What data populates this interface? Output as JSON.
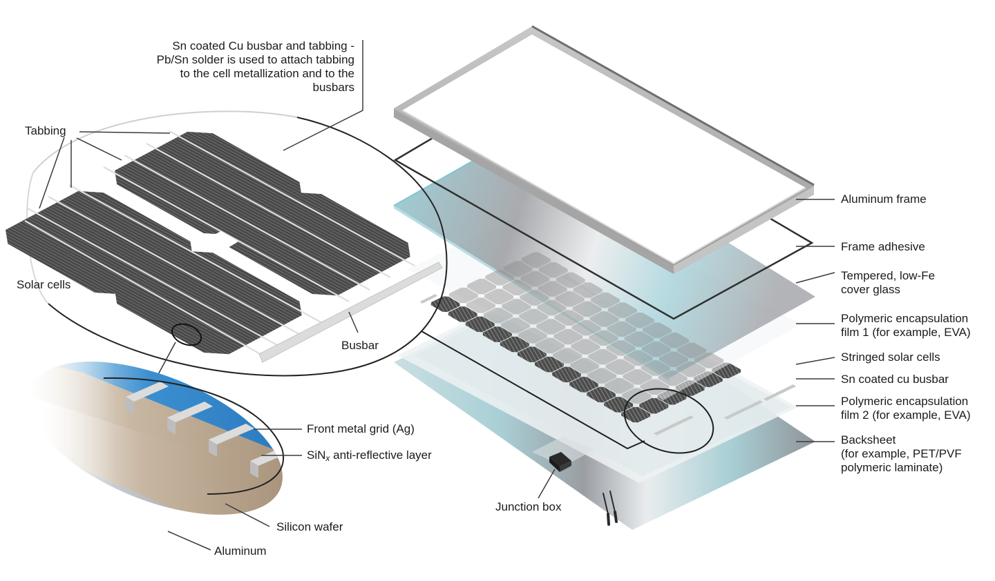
{
  "diagram": {
    "title": "Exploded view of a crystalline silicon photovoltaic module",
    "colors": {
      "frame": "#b4b4b4",
      "frame_dark": "#8a8a8a",
      "cell": "#4a4a4a",
      "cell_line": "#d6d6d6",
      "glass_tint": "#9fd0d8",
      "sinx_blue": "#2e7fc4",
      "silicon": "#b9a58c",
      "leader": "#333333"
    },
    "callouts": {
      "top_note": [
        "Sn coated Cu busbar and tabbing -",
        "Pb/Sn solder is used to attach tabbing",
        "to the cell metallization and to the",
        "busbars"
      ],
      "tabbing": "Tabbing",
      "solar_cells": "Solar cells",
      "busbar": "Busbar",
      "front_metal_grid": "Front metal grid (Ag)",
      "sinx_prefix": "SiN",
      "sinx_sub": "x",
      "sinx_suffix": " anti-reflective layer",
      "silicon_wafer": "Silicon wafer",
      "aluminum": "Aluminum",
      "junction_box": "Junction box"
    },
    "layers": [
      {
        "id": "aluminum-frame",
        "label": [
          "Aluminum frame"
        ]
      },
      {
        "id": "frame-adhesive",
        "label": [
          "Frame adhesive"
        ]
      },
      {
        "id": "cover-glass",
        "label": [
          "Tempered, low-Fe",
          "cover glass"
        ]
      },
      {
        "id": "encapsulation-1",
        "label": [
          "Polymeric encapsulation",
          "film 1 (for example, EVA)"
        ]
      },
      {
        "id": "stringed-cells",
        "label": [
          "Stringed solar cells"
        ]
      },
      {
        "id": "busbar",
        "label": [
          "Sn coated cu busbar"
        ]
      },
      {
        "id": "encapsulation-2",
        "label": [
          "Polymeric encapsulation",
          "film 2 (for example, EVA)"
        ]
      },
      {
        "id": "backsheet",
        "label": [
          "Backsheet",
          "(for example, PET/PVF",
          " polymeric laminate)"
        ]
      }
    ]
  }
}
